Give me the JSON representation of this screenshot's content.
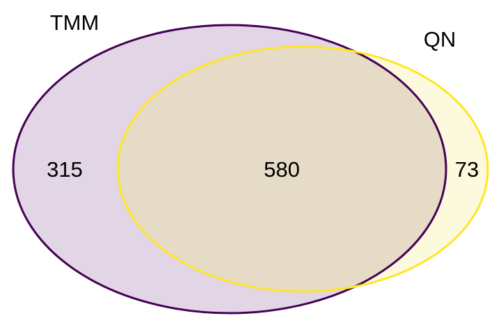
{
  "sets": [
    {
      "id": "tmm",
      "name": "TMM",
      "fill": "#e2d6e6",
      "stroke": "#440154"
    },
    {
      "id": "qn",
      "name": "QN",
      "fill": "#fdf9dc",
      "stroke": "#fde725"
    }
  ],
  "regions": {
    "tmm_only": "315",
    "both": "580",
    "qn_only": "73"
  },
  "overlap_fill": "#e6dbc6",
  "chart_data": {
    "type": "venn",
    "sets": [
      "TMM",
      "QN"
    ],
    "counts": {
      "TMM_only": 315,
      "TMM_and_QN": 580,
      "QN_only": 73
    }
  }
}
